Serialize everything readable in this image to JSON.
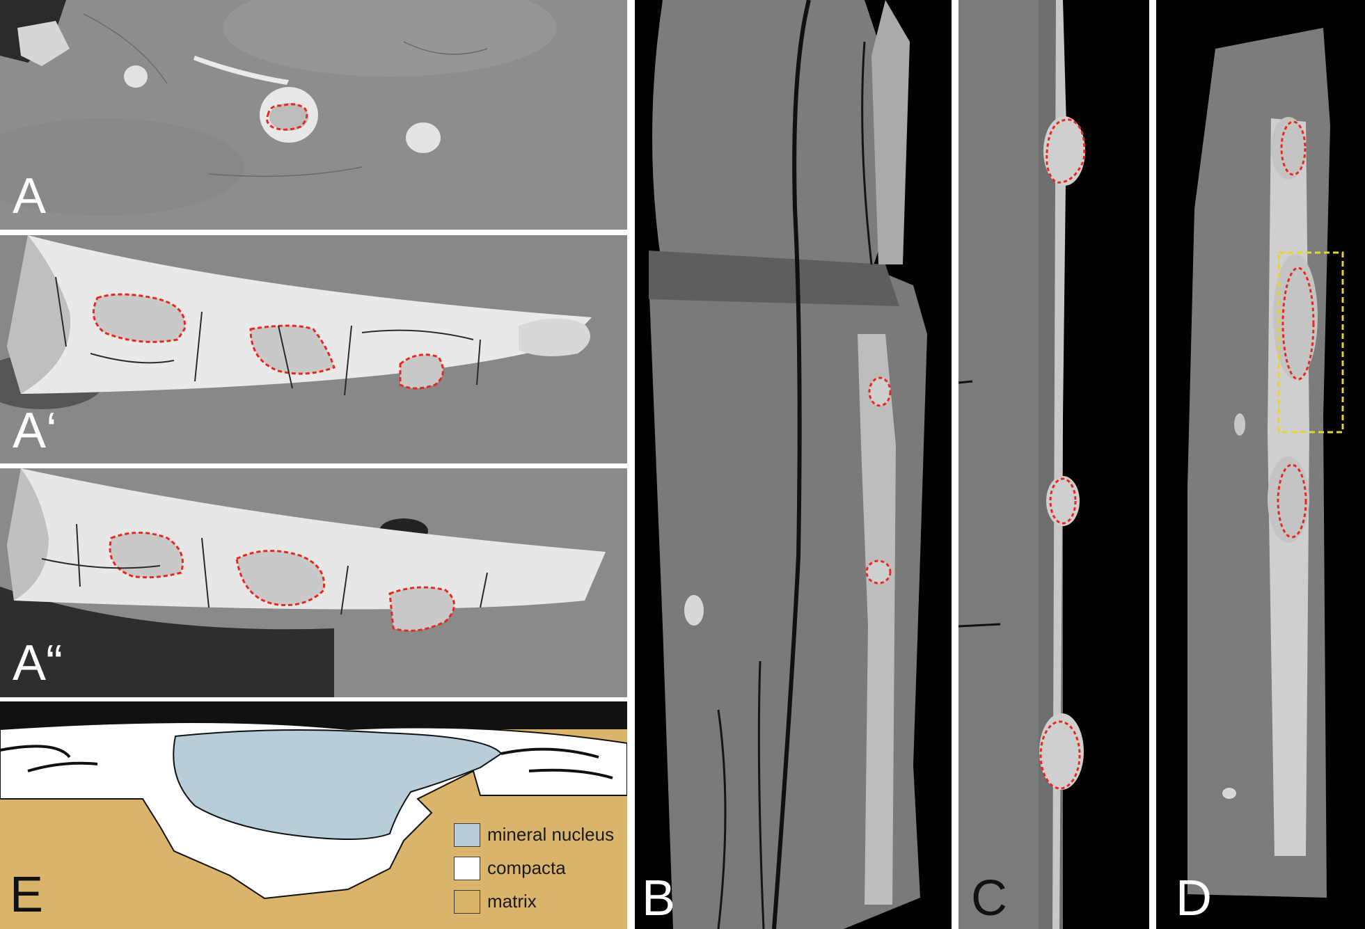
{
  "figure": {
    "panels": [
      {
        "id": "A",
        "label": "A"
      },
      {
        "id": "A1",
        "label": "A‘"
      },
      {
        "id": "A2",
        "label": "A“"
      },
      {
        "id": "E",
        "label": "E"
      },
      {
        "id": "B",
        "label": "B"
      },
      {
        "id": "C",
        "label": "C"
      },
      {
        "id": "D",
        "label": "D"
      }
    ]
  },
  "legend": {
    "items": [
      {
        "label": "mineral nucleus",
        "color": "#b7cdd9"
      },
      {
        "label": "compacta",
        "color": "#ffffff"
      },
      {
        "label": "matrix",
        "color": "#d9b46a"
      }
    ]
  },
  "colors": {
    "outline_red": "#e8281e",
    "roi_yellow": "#e6d430",
    "matrix": "#d9b46a",
    "nucleus": "#b7cdd9"
  }
}
